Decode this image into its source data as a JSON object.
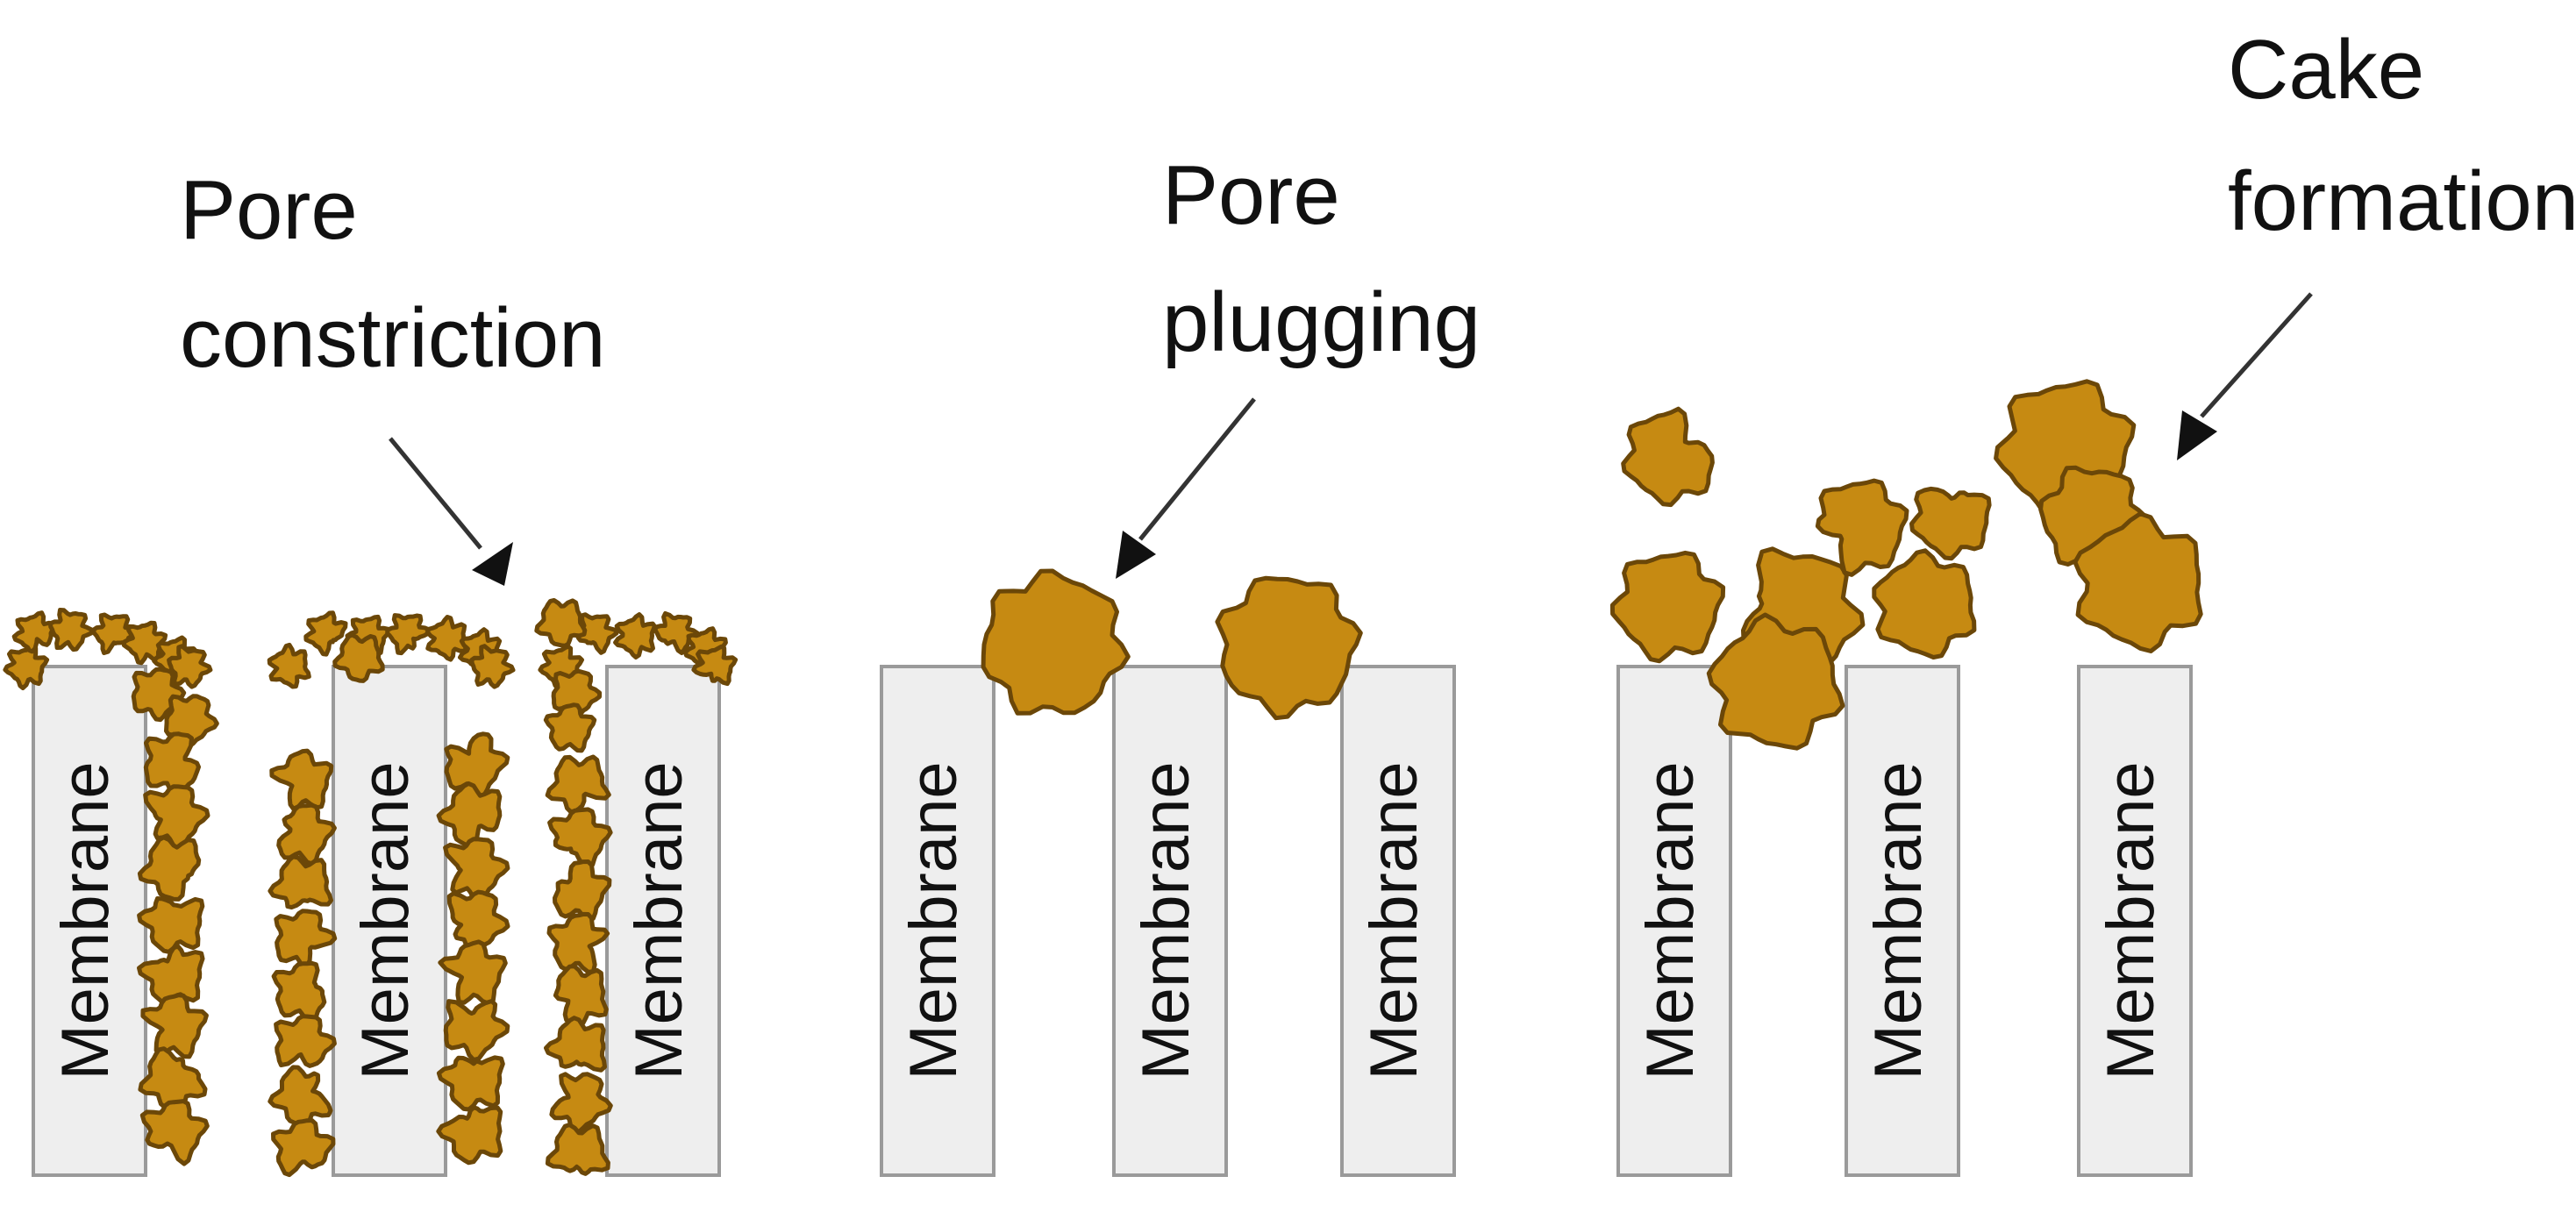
{
  "colors": {
    "particle": "#c68a12",
    "particle_outline": "#6b4708",
    "membrane_fill": "#eeeeee",
    "membrane_stroke": "#9a9a9a"
  },
  "membrane_label": "Membrane",
  "mechanisms": [
    {
      "id": "pore-constriction",
      "label_lines": [
        "Pore",
        "constriction"
      ]
    },
    {
      "id": "pore-plugging",
      "label_lines": [
        "Pore",
        "plugging"
      ]
    },
    {
      "id": "cake-formation",
      "label_lines": [
        "Cake",
        "formation"
      ]
    }
  ]
}
